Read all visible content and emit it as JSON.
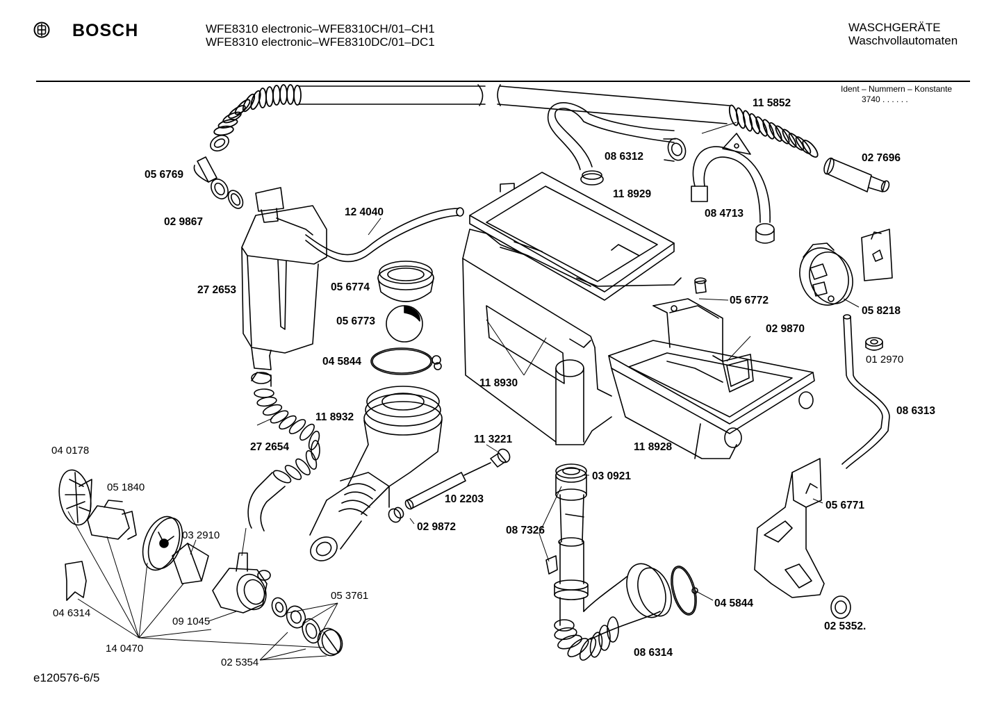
{
  "header": {
    "brand": "BOSCH",
    "model_line_1": "WFE8310 electronic–WFE8310CH/01–CH1",
    "model_line_2": "WFE8310 electronic–WFE8310DC/01–DC1",
    "category_line_1": "WASCHGERÄTE",
    "category_line_2": "Waschvollautomaten"
  },
  "ident": {
    "title": "Ident – Nummern – Konstante",
    "value": "3740 . . . . . ."
  },
  "footer": {
    "code": "e120576-6/5"
  },
  "parts": {
    "p115852": "11 5852",
    "p027696": "02 7696",
    "p086312": "08 6312",
    "p118929": "11 8929",
    "p084713": "08 4713",
    "p056769": "05 6769",
    "p029867": "02 9867",
    "p124040": "12 4040",
    "p272653": "27 2653",
    "p056774": "05 6774",
    "p056773": "05 6773",
    "p045844a": "04 5844",
    "p118930": "11 8930",
    "p056772": "05 6772",
    "p029870": "02 9870",
    "p058218": "05 8218",
    "p012970": "01 2970",
    "p086313": "08 6313",
    "p118932": "11 8932",
    "p272654": "27 2654",
    "p113221": "11 3221",
    "p118928": "11 8928",
    "p030921": "03 0921",
    "p040178": "04 0178",
    "p051840": "05 1840",
    "p032910": "03 2910",
    "p102203": "10 2203",
    "p029872": "02 9872",
    "p087326": "08 7326",
    "p056771": "05 6771",
    "p046314": "04 6314",
    "p091045": "09 1045",
    "p053761": "05 3761",
    "p045844b": "04 5844",
    "p140470": "14 0470",
    "p025354": "02 5354",
    "p086314": "08 6314",
    "p025352": "02 5352."
  }
}
